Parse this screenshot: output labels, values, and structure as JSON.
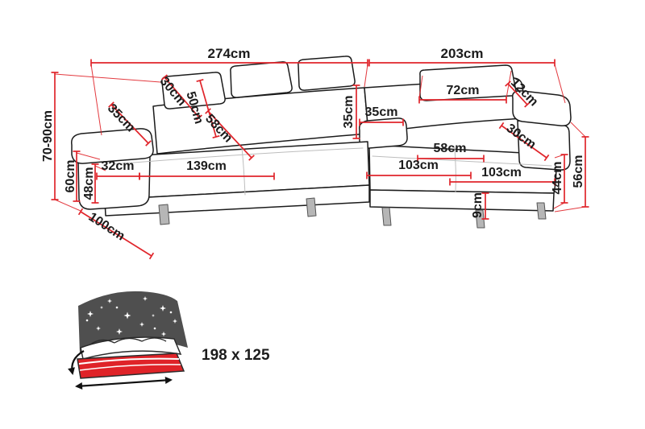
{
  "diagram": {
    "kind": "corner-sofa-dimension-diagram",
    "accent_color": "#e0252b",
    "outline_color": "#1b1b1b",
    "dimensions": {
      "total_width_left": "274cm",
      "total_width_right": "203cm",
      "back_height_adjustable": "70-90cm",
      "armrest_height": "60cm",
      "seat_height": "48cm",
      "total_depth": "100cm",
      "headrest_depth_left": "30cm",
      "backrest_height_left": "50cm",
      "armrest_cushion_width_left": "35cm",
      "seat_depth_left": "58cm",
      "seat_width_left": "139cm",
      "armrest_width_left": "32cm",
      "corner_back_height": "35cm",
      "corner_cushion_width": "35cm",
      "right_headrest_width": "72cm",
      "right_headrest_depth": "12cm",
      "right_armrest_width": "30cm",
      "chaise_seat_depth": "58cm",
      "chaise_length_inner": "103cm",
      "chaise_length_outer": "103cm",
      "chaise_seat_height": "44cm",
      "chaise_total_height": "56cm",
      "leg_height": "9cm"
    },
    "sleeping_area": {
      "label": "198 x 125"
    }
  }
}
